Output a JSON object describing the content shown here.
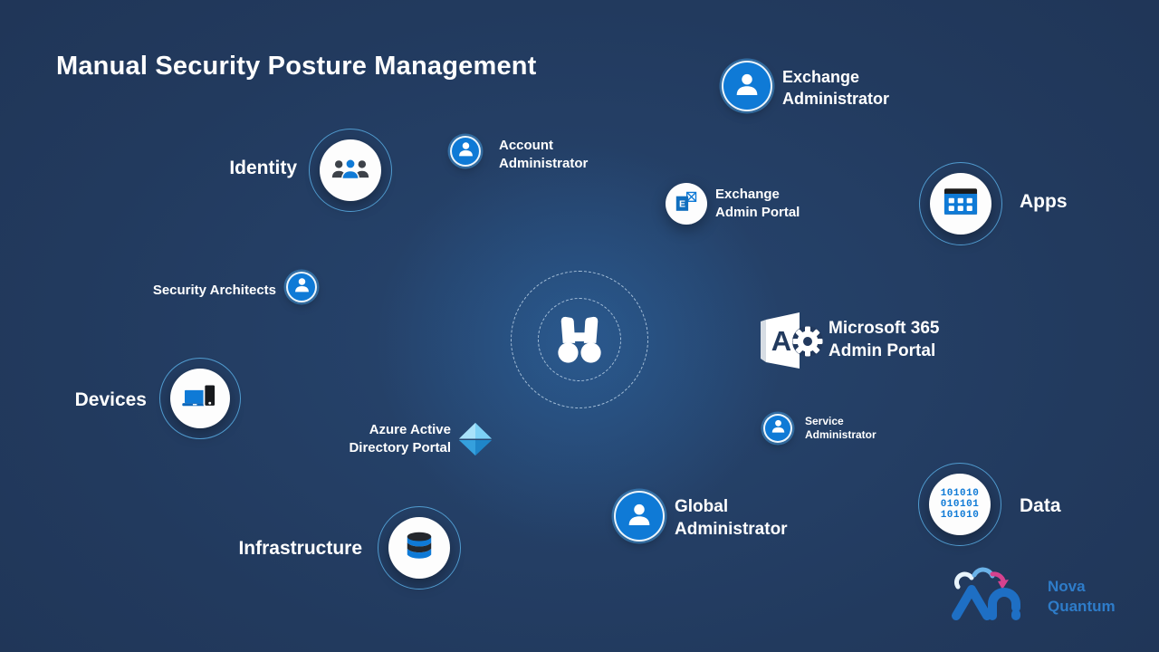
{
  "title": "Manual Security Posture Management",
  "categories": {
    "identity": {
      "label": "Identity"
    },
    "apps": {
      "label": "Apps"
    },
    "devices": {
      "label": "Devices"
    },
    "data": {
      "label": "Data",
      "icon_text": "101010\n010101\n101010"
    },
    "infrastructure": {
      "label": "Infrastructure"
    }
  },
  "roles": {
    "exchange_administrator": {
      "label": "Exchange\nAdministrator"
    },
    "account_administrator": {
      "label": "Account\nAdministrator"
    },
    "security_architects": {
      "label": "Security Architects"
    },
    "service_administrator": {
      "label": "Service\nAdministrator"
    },
    "global_administrator": {
      "label": "Global\nAdministrator"
    }
  },
  "portals": {
    "exchange_admin_portal": {
      "label": "Exchange\nAdmin Portal"
    },
    "microsoft_365_admin_portal": {
      "label": "Microsoft 365\nAdmin Portal",
      "icon_letter": "A"
    },
    "azure_ad_portal": {
      "label": "Azure Active\nDirectory Portal"
    }
  },
  "logo": {
    "text": "Nova\nQuantum"
  },
  "colors": {
    "background": "#22395d",
    "brand_blue": "#0f7ad6",
    "ring_blue": "#55a5da",
    "logo_blue": "#2e7cc9",
    "logo_pink": "#d6428f"
  }
}
